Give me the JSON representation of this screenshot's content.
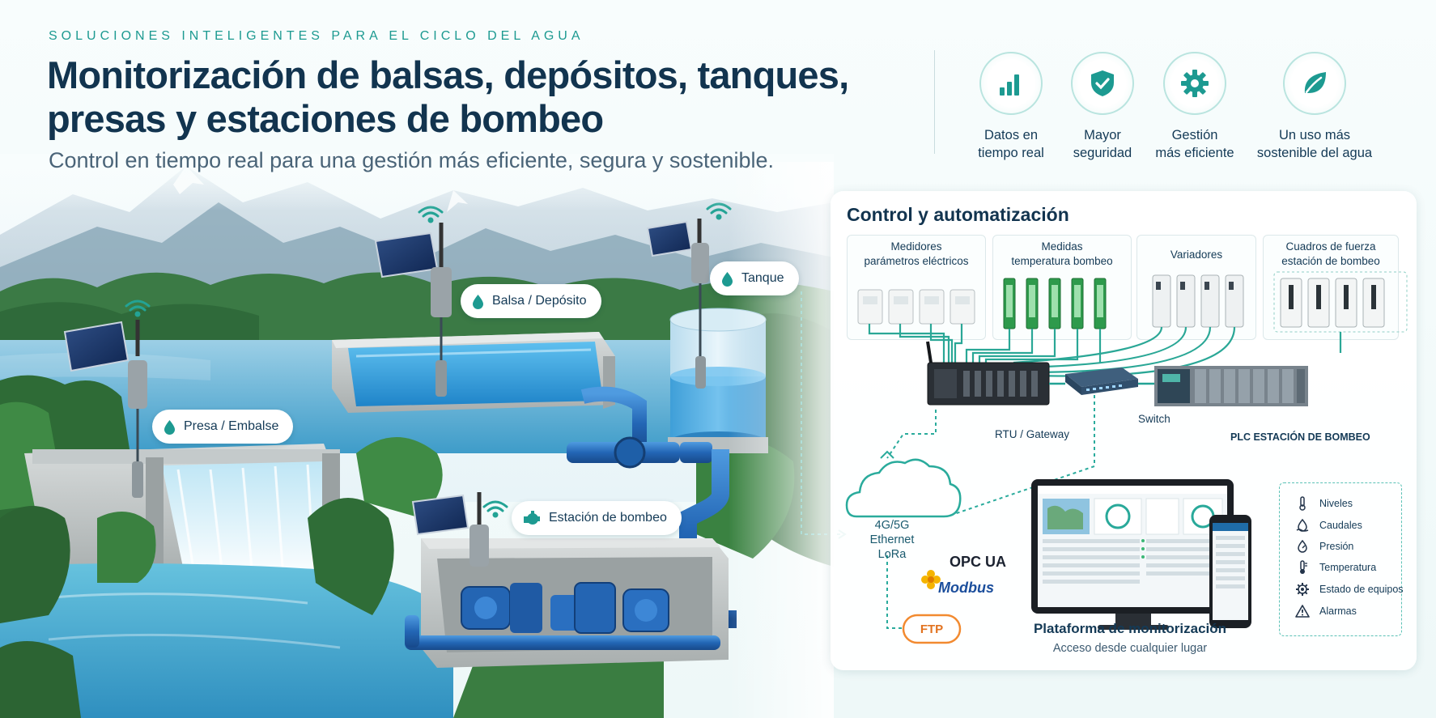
{
  "header": {
    "eyebrow": "SOLUCIONES INTELIGENTES PARA EL CICLO DEL AGUA",
    "title_line1": "Monitorización de balsas, depósitos, tanques,",
    "title_line2": "presas y estaciones de bombeo",
    "subtitle": "Control en tiempo real para una gestión más eficiente, segura y sostenible."
  },
  "benefits": [
    {
      "icon": "bar-chart-icon",
      "line1": "Datos en",
      "line2": "tiempo real"
    },
    {
      "icon": "shield-check-icon",
      "line1": "Mayor",
      "line2": "seguridad"
    },
    {
      "icon": "gear-icon",
      "line1": "Gestión",
      "line2": "más eficiente"
    },
    {
      "icon": "leaf-icon",
      "line1": "Un uso más",
      "line2": "sostenible del agua"
    }
  ],
  "scene_labels": {
    "presa": "Presa / Embalse",
    "balsa": "Balsa / Depósito",
    "tanque": "Tanque",
    "estacion": "Estación de bombeo"
  },
  "control": {
    "title": "Control y automatización",
    "devices": [
      {
        "line1": "Medidores",
        "line2": "parámetros eléctricos"
      },
      {
        "line1": "Medidas",
        "line2": "temperatura bombeo"
      },
      {
        "line1": "Variadores",
        "line2": ""
      },
      {
        "line1": "Cuadros de fuerza",
        "line2": "estación de bombeo"
      }
    ],
    "rtu_label": "RTU / Gateway",
    "switch_label": "Switch",
    "plc_label": "PLC ESTACIÓN DE BOMBEO",
    "cloud": {
      "line1": "4G/5G",
      "line2": "Ethernet",
      "line3": "LoRa"
    },
    "protocols": {
      "opc": "OPC UA",
      "modbus": "Modbus",
      "ftp": "FTP"
    },
    "platform": {
      "title": "Plataforma de monitorización",
      "subtitle": "Acceso desde cualquier lugar"
    },
    "monitoring": [
      {
        "icon": "thermometer-icon",
        "label": "Niveles"
      },
      {
        "icon": "flow-icon",
        "label": "Caudales"
      },
      {
        "icon": "pressure-icon",
        "label": "Presión"
      },
      {
        "icon": "temperature-icon",
        "label": "Temperatura"
      },
      {
        "icon": "gear-icon",
        "label": "Estado de equipos"
      },
      {
        "icon": "warning-icon",
        "label": "Alarmas"
      }
    ]
  },
  "colors": {
    "navy": "#12344f",
    "teal": "#1d9a91",
    "water": "#3aa3dd",
    "pipe": "#2470b8"
  }
}
